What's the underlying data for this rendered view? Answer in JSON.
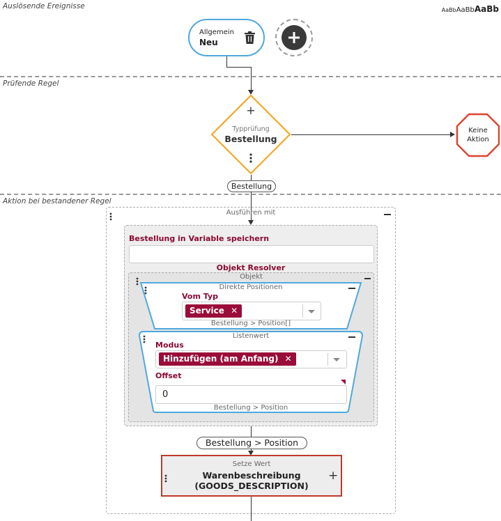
{
  "sections": {
    "triggers": "Auslösende Ereignisse",
    "rule": "Prüfende Regel",
    "action": "Aktion bei bestandener Regel"
  },
  "font_sizer": {
    "size1": "AaBb",
    "size2": "AaBb",
    "size3": "AaBb"
  },
  "trigger": {
    "category": "Allgemein",
    "name": "Neu"
  },
  "rule": {
    "type": "Typprüfung",
    "name": "Bestellung",
    "output_label": "Bestellung",
    "plus": "+"
  },
  "no_action": {
    "line1": "Keine",
    "line2": "Aktion"
  },
  "execute": {
    "title": "Ausführen mit",
    "store_label": "Bestellung in Variable speichern",
    "store_value": "",
    "resolver_title": "Objekt Resolver",
    "object_title": "Objekt",
    "direct": {
      "title": "Direkte Positionen",
      "field_label": "Vom Typ",
      "chip": "Service",
      "chip_x": "✕",
      "output": "Bestellung > Position[]"
    },
    "list": {
      "title": "Listenwert",
      "mode_label": "Modus",
      "mode_chip": "Hinzufügen (am Anfang)",
      "mode_chip_x": "✕",
      "offset_label": "Offset",
      "offset_value": "0",
      "output": "Bestellung > Position"
    },
    "result_pill": "Bestellung > Position",
    "set_value": {
      "title": "Setze Wert",
      "line1": "Warenbeschreibung",
      "line2": "(GOODS_DESCRIPTION)",
      "plus": "+"
    }
  },
  "colors": {
    "accent_blue": "#4ea8de",
    "warning_orange": "#f5a623",
    "stop_red": "#e0412f",
    "maroon": "#9a0c3a",
    "set_value_border": "#c0392b"
  },
  "icons": [
    "trash-icon",
    "plus-circle-icon",
    "plus-icon",
    "kebab-icon",
    "minus-icon",
    "chevron-down-icon"
  ]
}
